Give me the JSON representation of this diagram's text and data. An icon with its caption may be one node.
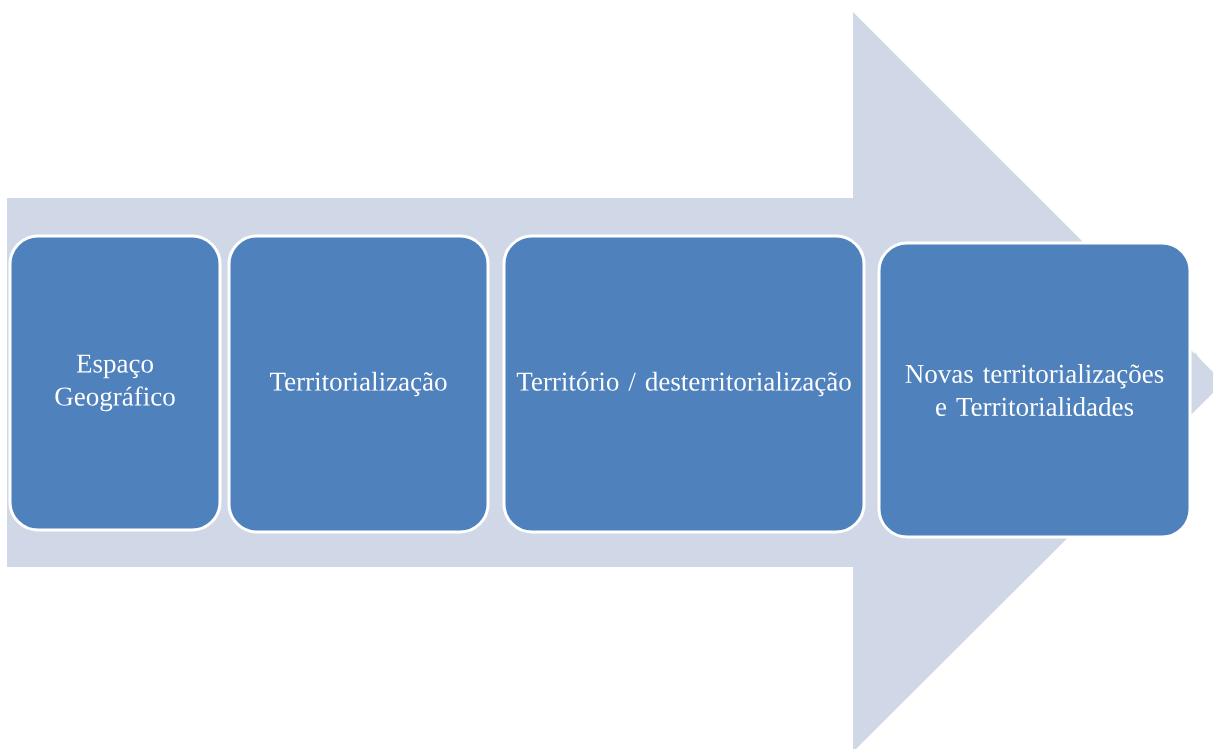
{
  "diagram": {
    "nodes": [
      {
        "text": [
          "Espaço Geográfico"
        ]
      },
      {
        "text": [
          "Territorialização"
        ]
      },
      {
        "text": [
          "Território / desterritorialização"
        ]
      },
      {
        "text": [
          "Novas territorializações e Territorialidades"
        ]
      }
    ],
    "edges": [
      {
        "from": 0,
        "to": 3,
        "arrow": "to"
      }
    ]
  }
}
